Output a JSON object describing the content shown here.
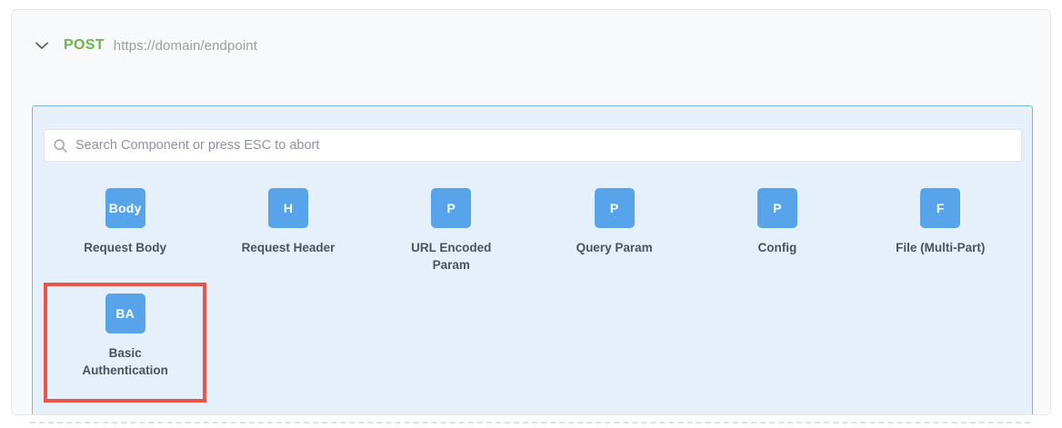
{
  "request": {
    "collapse_icon": "chevron-down-icon",
    "method": "POST",
    "url": "https://domain/endpoint"
  },
  "picker": {
    "search": {
      "icon": "search-icon",
      "placeholder": "Search Component or press ESC to abort",
      "value": ""
    },
    "components": [
      {
        "badge": "Body",
        "label": "Request Body",
        "highlighted": false
      },
      {
        "badge": "H",
        "label": "Request Header",
        "highlighted": false
      },
      {
        "badge": "P",
        "label": "URL Encoded Param",
        "highlighted": false
      },
      {
        "badge": "P",
        "label": "Query Param",
        "highlighted": false
      },
      {
        "badge": "P",
        "label": "Config",
        "highlighted": false
      },
      {
        "badge": "F",
        "label": "File (Multi-Part)",
        "highlighted": false
      },
      {
        "badge": "BA",
        "label": "Basic Authentication",
        "highlighted": true
      }
    ]
  },
  "colors": {
    "method_green": "#6cb64a",
    "badge_blue": "#57a4ea",
    "panel_fill": "#e6f0fb",
    "panel_border": "#7eb6e0",
    "highlight_red": "#e8554d",
    "label_text": "#4a5260",
    "url_text": "#9a9ea3"
  }
}
